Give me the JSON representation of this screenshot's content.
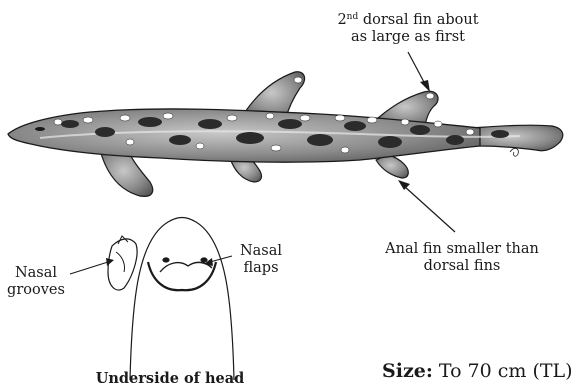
{
  "labels": {
    "dorsal_fin_line1_prefix": "2",
    "dorsal_fin_line1_sup": "nd",
    "dorsal_fin_line1_rest": " dorsal fin about",
    "dorsal_fin_line2": "as large as first",
    "anal_fin_line1": "Anal fin smaller than",
    "anal_fin_line2": "dorsal fins",
    "nasal_flaps_line1": "Nasal",
    "nasal_flaps_line2": "flaps",
    "nasal_grooves_line1": "Nasal",
    "nasal_grooves_line2": "grooves",
    "underside_caption": "Underside of head",
    "size_label": "Size:",
    "size_value": " To 70 cm (TL)"
  },
  "colors": {
    "ink": "#1a1a1a",
    "body_shade": "#8a8a8a",
    "spot": "#ffffff",
    "blotch": "#2b2b2b"
  }
}
